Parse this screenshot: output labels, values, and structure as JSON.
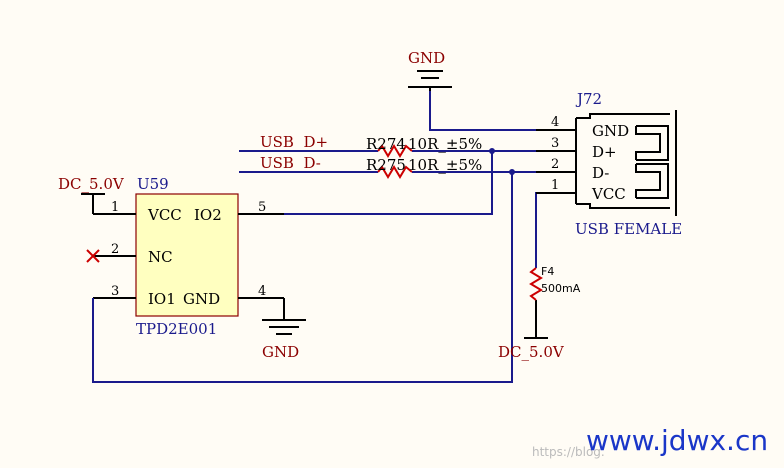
{
  "u59": {
    "ref": "U59",
    "part": "TPD2E001",
    "supply": "DC_5.0V",
    "pins": [
      {
        "num": "1",
        "name": "VCC"
      },
      {
        "num": "2",
        "name": "NC"
      },
      {
        "num": "3",
        "name": "IO1"
      },
      {
        "num": "4",
        "name": "GND"
      },
      {
        "num": "5",
        "name": "IO2"
      }
    ],
    "gnd_label": "GND"
  },
  "nets": {
    "dplus": "USB  D+",
    "dminus": "USB  D-"
  },
  "r274": {
    "ref": "R274",
    "value": "10R_±5%"
  },
  "r275": {
    "ref": "R275",
    "value": "10R_±5%"
  },
  "j72": {
    "ref": "J72",
    "name": "USB FEMALE",
    "gnd_label": "GND",
    "pins": [
      {
        "num": "4",
        "name": "GND"
      },
      {
        "num": "3",
        "name": "D+"
      },
      {
        "num": "2",
        "name": "D-"
      },
      {
        "num": "1",
        "name": "VCC"
      }
    ]
  },
  "f4": {
    "ref": "F4",
    "value": "500mA",
    "net": "DC_5.0V"
  },
  "watermark": {
    "blog": "https://blog.",
    "brand": "www.jdwx.cn"
  }
}
